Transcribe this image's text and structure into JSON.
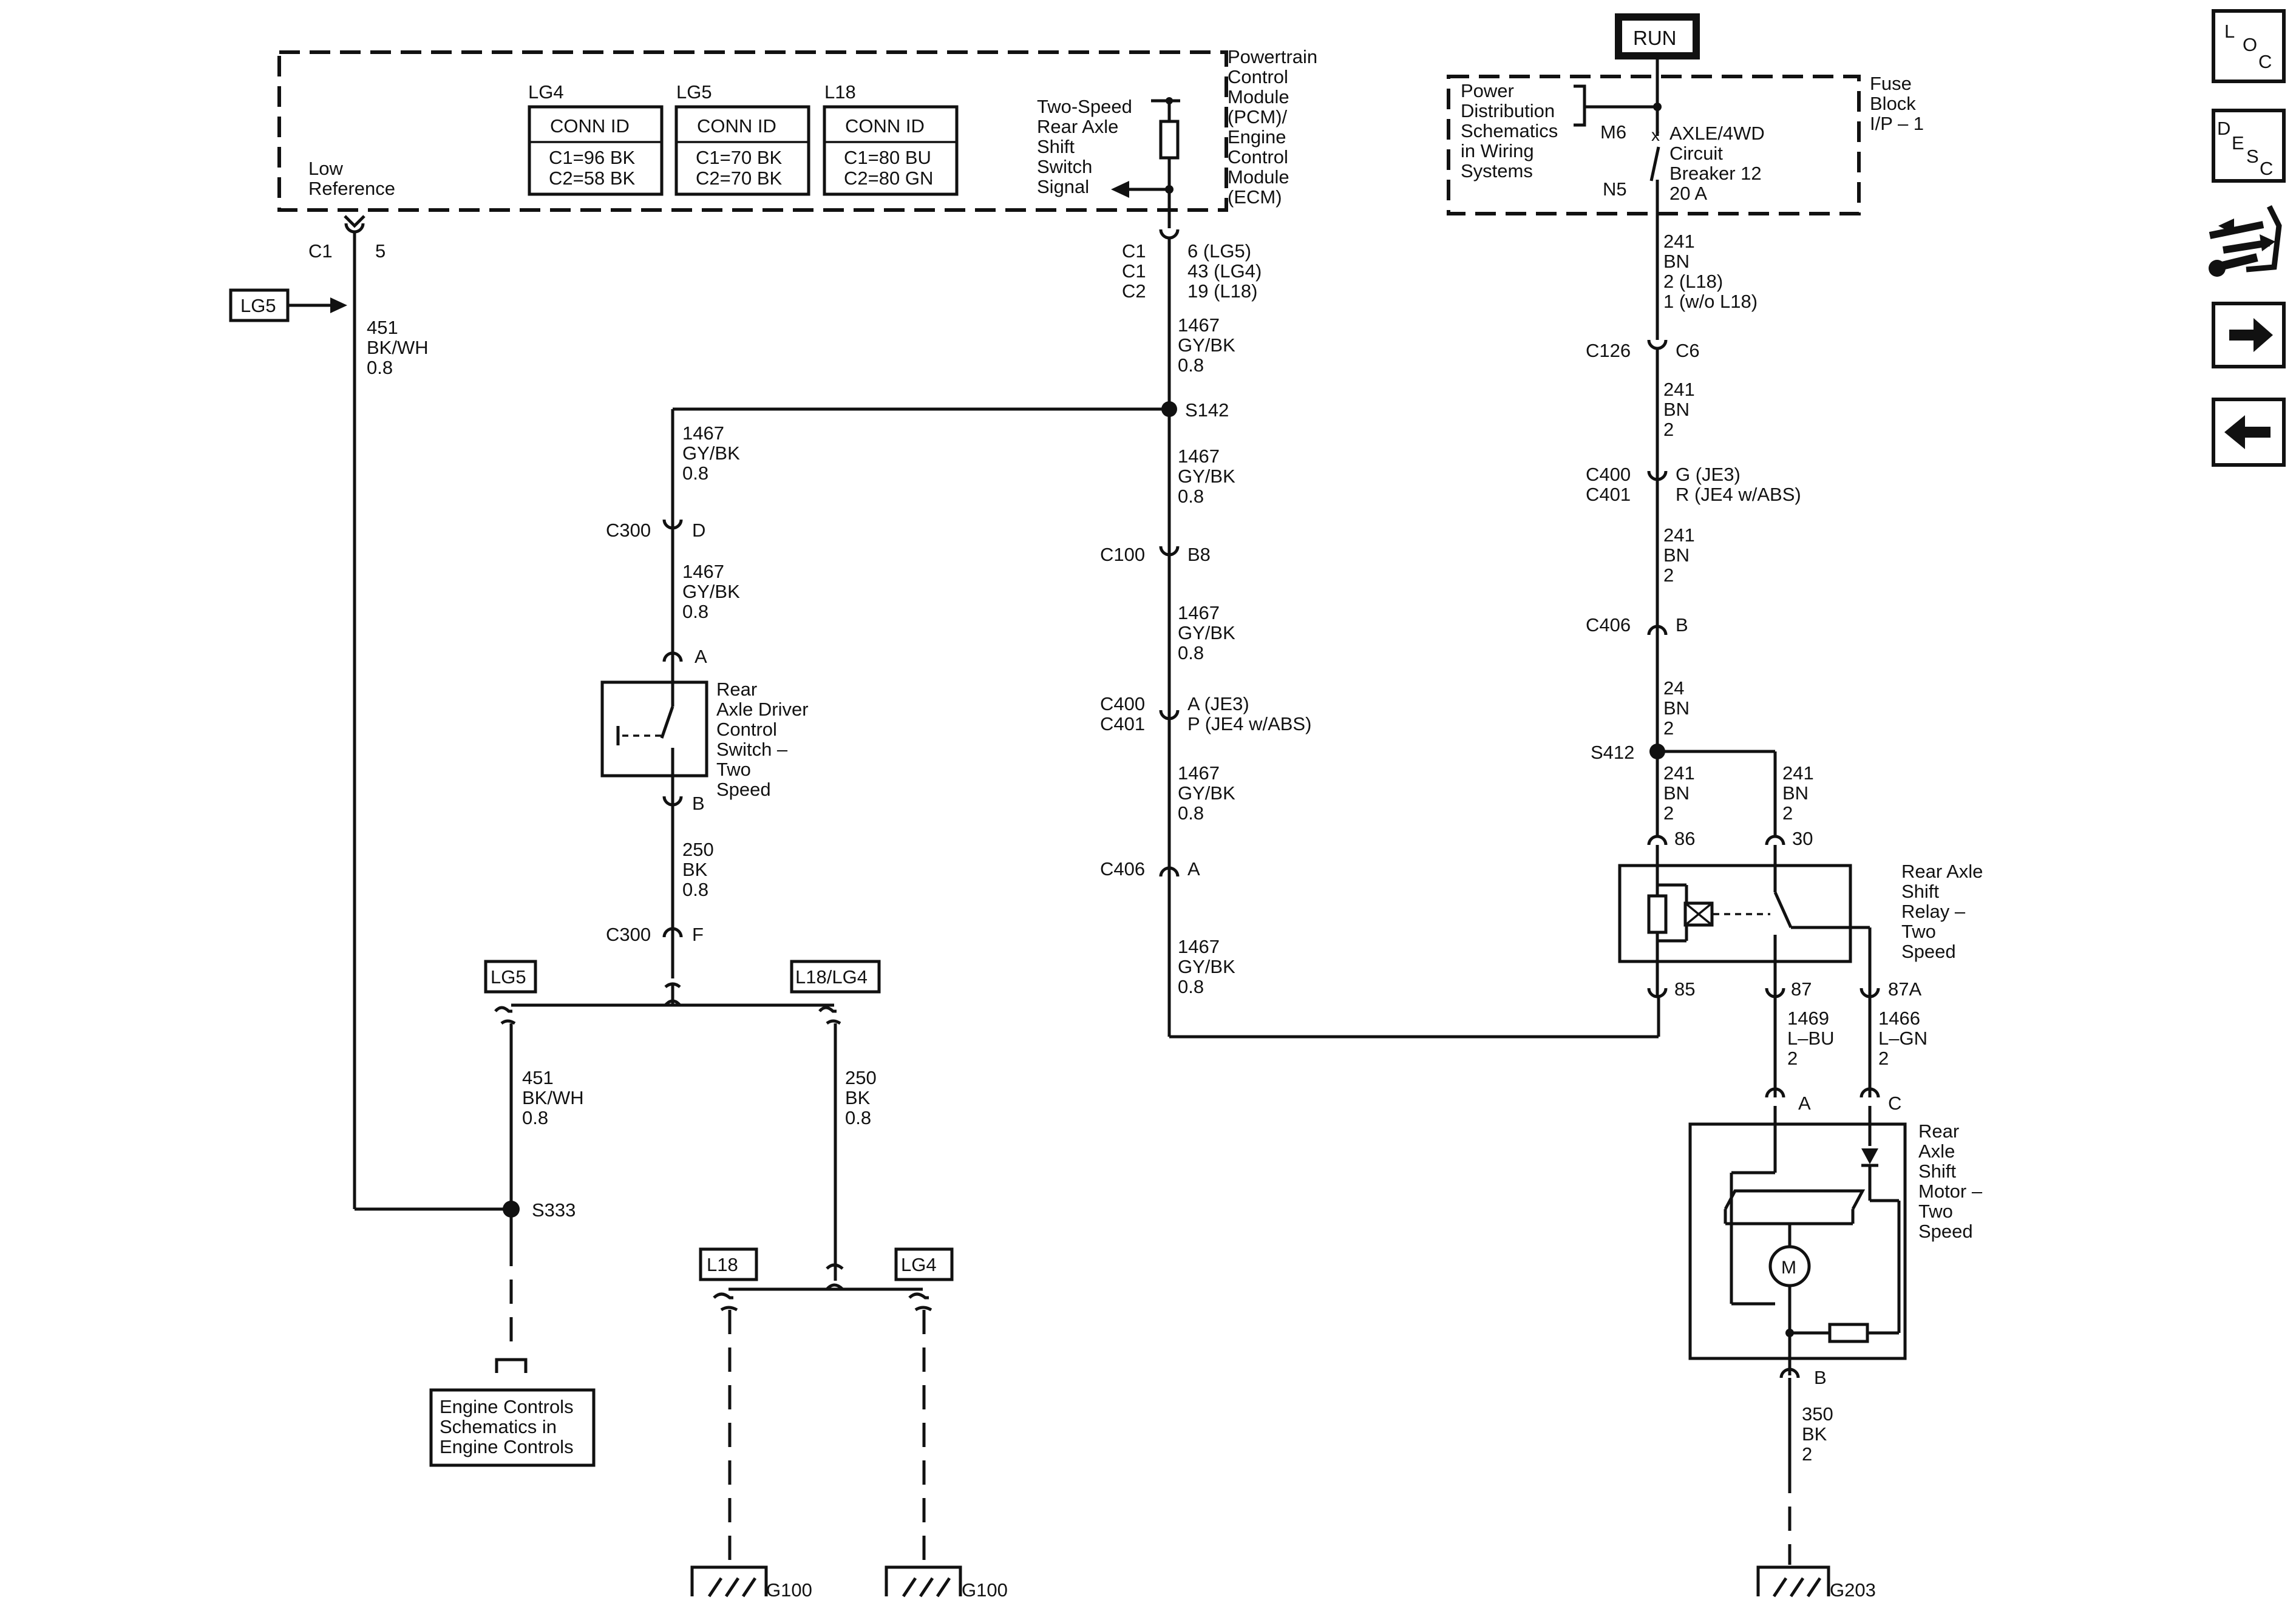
{
  "ignition": "RUN",
  "pcm": {
    "label": [
      "Powertrain",
      "Control",
      "Module",
      "(PCM)/",
      "Engine",
      "Control",
      "Module",
      "(ECM)"
    ],
    "low_ref": [
      "Low",
      "Reference"
    ],
    "conn_tables": [
      {
        "engine": "LG4",
        "header": "CONN ID",
        "r1": "C1=96 BK",
        "r2": "C2=58 BK"
      },
      {
        "engine": "LG5",
        "header": "CONN ID",
        "r1": "C1=70 BK",
        "r2": "C2=70 BK"
      },
      {
        "engine": "L18",
        "header": "CONN ID",
        "r1": "C1=80 BU",
        "r2": "C2=80 GN"
      }
    ],
    "signal": [
      "Two-Speed",
      "Rear Axle",
      "Shift",
      "Switch",
      "Signal"
    ]
  },
  "left": {
    "c1": "C1",
    "pin5": "5",
    "lg5_tag": "LG5",
    "wire451": [
      "451",
      "BK/WH",
      "0.8"
    ]
  },
  "pcm_out": {
    "conns": [
      "C1",
      "C1",
      "C2"
    ],
    "pins": [
      "6 (LG5)",
      "43 (LG4)",
      "19 (L18)"
    ],
    "wire": [
      "1467",
      "GY/BK",
      "0.8"
    ]
  },
  "s142": "S142",
  "center": {
    "wires": [
      [
        "1467",
        "GY/BK",
        "0.8"
      ],
      [
        "1467",
        "GY/BK",
        "0.8"
      ],
      [
        "1467",
        "GY/BK",
        "0.8"
      ],
      [
        "1467",
        "GY/BK",
        "0.8"
      ]
    ],
    "c100": "C100",
    "c100pin": "B8",
    "c400": "C400",
    "c401": "C401",
    "c400pin": "A (JE3)",
    "c401pin": "P (JE4 w/ABS)",
    "c406": "C406",
    "c406pin": "A"
  },
  "switch_branch": {
    "wire_top": [
      "1467",
      "GY/BK",
      "0.8"
    ],
    "c300": "C300",
    "c300pin": "D",
    "wire_mid": [
      "1467",
      "GY/BK",
      "0.8"
    ],
    "pinA": "A",
    "pinB": "B",
    "switch_label": [
      "Rear",
      "Axle Driver",
      "Control",
      "Switch –",
      "Two",
      "Speed"
    ],
    "wire250": [
      "250",
      "BK",
      "0.8"
    ],
    "c300b": "C300",
    "c300bpin": "F"
  },
  "lower_left": {
    "tag_lg5": "LG5",
    "tag_l18lg4": "L18/LG4",
    "wire451": [
      "451",
      "BK/WH",
      "0.8"
    ],
    "wire250": [
      "250",
      "BK",
      "0.8"
    ],
    "s333": "S333",
    "ref_box": [
      "Engine Controls",
      "Schematics in",
      "Engine Controls"
    ],
    "tag_l18": "L18",
    "tag_lg4": "LG4",
    "g100a": "G100",
    "g100b": "G100"
  },
  "fuse": {
    "pdb": [
      "Power",
      "Distribution",
      "Schematics",
      "in Wiring",
      "Systems"
    ],
    "block": [
      "Fuse",
      "Block",
      "I/P – 1"
    ],
    "m6": "M6",
    "n5": "N5",
    "breaker": [
      "AXLE/4WD",
      "Circuit",
      "Breaker 12",
      "20 A"
    ]
  },
  "right": {
    "w241a": [
      "241",
      "BN",
      "2 (L18)",
      "1 (w/o L18)"
    ],
    "c126": "C126",
    "c126pin": "C6",
    "w241b": [
      "241",
      "BN",
      "2"
    ],
    "c400": "C400",
    "c401": "C401",
    "c400pin": "G (JE3)",
    "c401pin": "R (JE4 w/ABS)",
    "w241c": [
      "241",
      "BN",
      "2"
    ],
    "c406": "C406",
    "c406pin": "B",
    "w24": [
      "24",
      "BN",
      "2"
    ],
    "s412": "S412",
    "w241d": [
      "241",
      "BN",
      "2"
    ],
    "w241e": [
      "241",
      "BN",
      "2"
    ]
  },
  "relay": {
    "label": [
      "Rear Axle",
      "Shift",
      "Relay –",
      "Two",
      "Speed"
    ],
    "p86": "86",
    "p30": "30",
    "p85": "85",
    "p87": "87",
    "p87a": "87A"
  },
  "motor": {
    "w1469": [
      "1469",
      "L–BU",
      "2"
    ],
    "w1466": [
      "1466",
      "L–GN",
      "2"
    ],
    "pinA": "A",
    "pinC": "C",
    "pinB": "B",
    "label": [
      "Rear",
      "Axle",
      "Shift",
      "Motor –",
      "Two",
      "Speed"
    ],
    "m": "M",
    "w350": [
      "350",
      "BK",
      "2"
    ],
    "g203": "G203"
  },
  "side": {
    "loc": [
      "L",
      "O",
      "C"
    ],
    "desc": [
      "D",
      "E",
      "S",
      "C"
    ],
    "icons": [
      "schematic-tools-icon",
      "arrow-right-icon",
      "arrow-left-icon"
    ]
  }
}
